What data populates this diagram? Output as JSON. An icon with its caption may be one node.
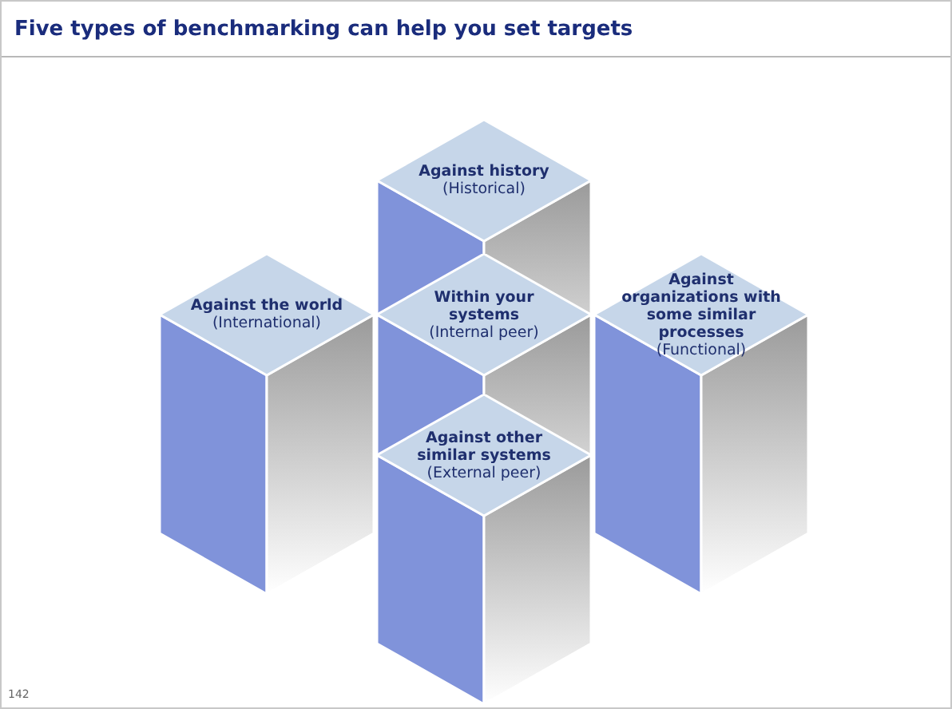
{
  "diagram": {
    "title": "Five types of benchmarking can help you set targets",
    "nodes": [
      {
        "text": [
          "Against history",
          "(Historical)"
        ]
      },
      {
        "text": [
          "Against the world",
          "(International)"
        ]
      },
      {
        "text": [
          "Within your systems",
          "(Internal peer)"
        ]
      },
      {
        "text": [
          "Against organizations with some similar processes",
          "(Functional)"
        ]
      },
      {
        "text": [
          "Against other similar systems",
          "(External peer)"
        ]
      }
    ],
    "labels": [
      "142"
    ]
  }
}
